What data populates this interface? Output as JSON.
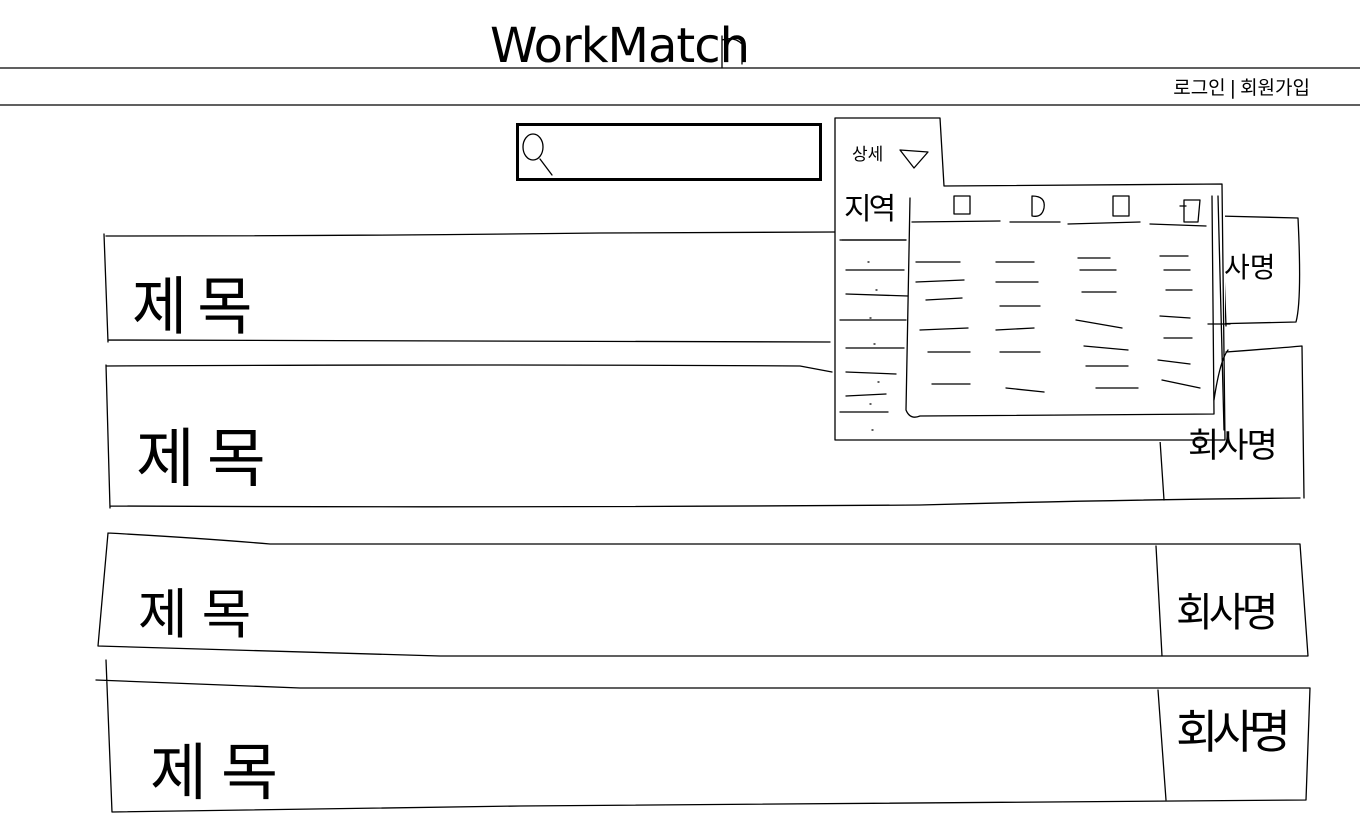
{
  "header": {
    "brand": "WorkMatch"
  },
  "auth": {
    "login": "로그인",
    "separator": "|",
    "signup": "회원가입"
  },
  "search": {
    "icon": "search-icon",
    "value": ""
  },
  "filter": {
    "toggle_label": "상세",
    "toggle_icon": "triangle-down-icon",
    "region_label": "지역"
  },
  "jobs": [
    {
      "title": "제목",
      "company": "사명"
    },
    {
      "title": "제목",
      "company": "회사명"
    },
    {
      "title": "제목",
      "company": "회사명"
    },
    {
      "title": "제목",
      "company": "회사명"
    }
  ]
}
